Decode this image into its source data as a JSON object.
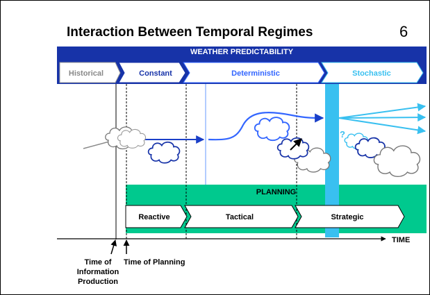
{
  "slide": {
    "title": "Interaction Between Temporal Regimes",
    "page_number": "6"
  },
  "weather": {
    "band_label": "WEATHER PREDICTABILITY",
    "phases": [
      "Historical",
      "Constant",
      "Deterministic",
      "Stochastic"
    ]
  },
  "planning": {
    "band_label": "PLANNING",
    "phases": [
      "Reactive",
      "Tactical",
      "Strategic"
    ]
  },
  "axis": {
    "time_label": "TIME"
  },
  "annotations": {
    "information_production": "Time of Information Production",
    "planning_time": "Time of Planning",
    "question_mark": "?"
  },
  "colors": {
    "weather_band": "#1733a8",
    "planning_band": "#00c98e",
    "stochastic": "#39c0f0",
    "deterministic": "#3366ff",
    "trajectory": "#1a3fc8"
  }
}
